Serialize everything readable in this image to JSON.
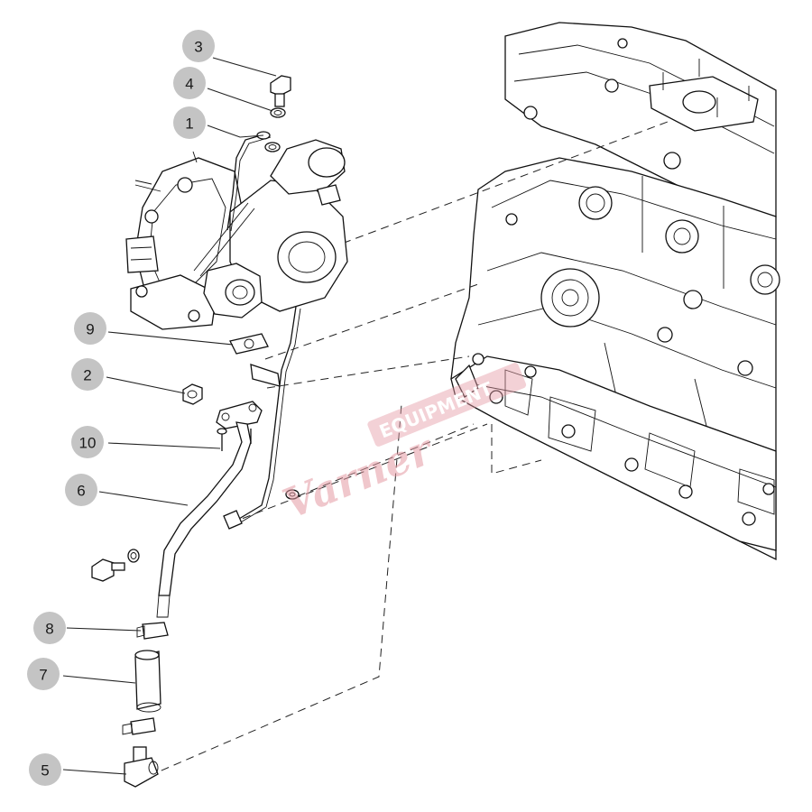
{
  "callouts": [
    {
      "id": "3",
      "label": "3"
    },
    {
      "id": "4",
      "label": "4"
    },
    {
      "id": "1",
      "label": "1"
    },
    {
      "id": "9",
      "label": "9"
    },
    {
      "id": "2",
      "label": "2"
    },
    {
      "id": "10",
      "label": "10"
    },
    {
      "id": "6",
      "label": "6"
    },
    {
      "id": "8",
      "label": "8"
    },
    {
      "id": "7",
      "label": "7"
    },
    {
      "id": "5",
      "label": "5"
    }
  ],
  "watermark": {
    "script": "Varner",
    "banner": "EQUIPMENT",
    "color": "#e59aa3"
  },
  "colors": {
    "callout_fill": "#c4c4c4",
    "line": "#111111",
    "background": "#ffffff"
  }
}
